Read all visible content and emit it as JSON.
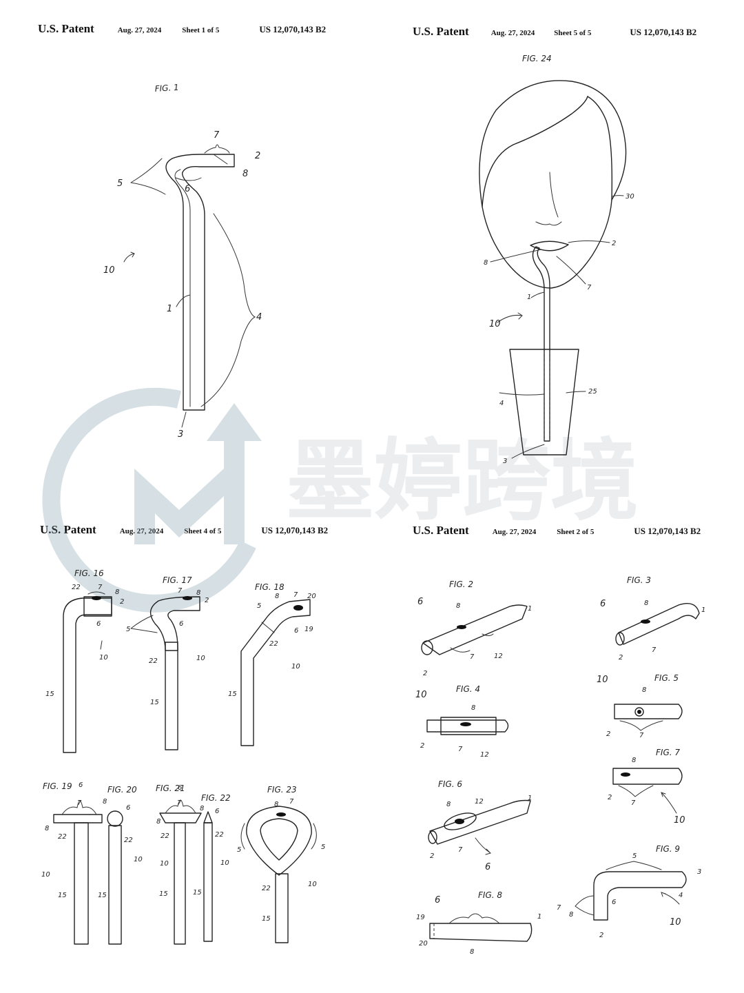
{
  "watermark": {
    "text": "墨婷跨境",
    "logo_letter": "M",
    "color": "#c7ced3"
  },
  "sheets": [
    {
      "id": "sheet1",
      "title": "U.S. Patent",
      "date": "Aug. 27, 2024",
      "sheet": "Sheet 1 of 5",
      "number": "US 12,070,143 B2"
    },
    {
      "id": "sheet5",
      "title": "U.S. Patent",
      "date": "Aug. 27, 2024",
      "sheet": "Sheet 5 of 5",
      "number": "US 12,070,143 B2"
    },
    {
      "id": "sheet4",
      "title": "U.S. Patent",
      "date": "Aug. 27, 2024",
      "sheet": "Sheet 4 of 5",
      "number": "US 12,070,143 B2"
    },
    {
      "id": "sheet2",
      "title": "U.S. Patent",
      "date": "Aug. 27, 2024",
      "sheet": "Sheet 2 of 5",
      "number": "US 12,070,143 B2"
    }
  ],
  "figures": {
    "fig1": {
      "title": "FIG. 1",
      "labels": [
        "7",
        "2",
        "8",
        "5",
        "6",
        "10",
        "1",
        "4",
        "3"
      ]
    },
    "fig24": {
      "title": "FIG. 24",
      "labels": [
        "30",
        "2",
        "8",
        "7",
        "1",
        "10",
        "25",
        "4",
        "3"
      ]
    },
    "fig16": {
      "title": "FIG. 16",
      "labels": [
        "22",
        "7",
        "8",
        "2",
        "6",
        "10",
        "15"
      ]
    },
    "fig17": {
      "title": "FIG. 17",
      "labels": [
        "7",
        "8",
        "2",
        "5",
        "6",
        "22",
        "10",
        "15"
      ]
    },
    "fig18": {
      "title": "FIG. 18",
      "labels": [
        "5",
        "8",
        "7",
        "20",
        "6",
        "19",
        "22",
        "10",
        "15"
      ]
    },
    "fig19": {
      "title": "FIG. 19",
      "labels": [
        "6",
        "7",
        "8",
        "22",
        "10",
        "15"
      ]
    },
    "fig20": {
      "title": "FIG. 20",
      "labels": [
        "8",
        "6",
        "22",
        "10",
        "15"
      ]
    },
    "fig21": {
      "title": "FIG. 21",
      "labels": [
        "6",
        "7",
        "8",
        "22",
        "10",
        "15"
      ]
    },
    "fig22": {
      "title": "FIG. 22",
      "labels": [
        "8",
        "6",
        "22",
        "10",
        "15"
      ]
    },
    "fig23": {
      "title": "FIG. 23",
      "labels": [
        "8",
        "7",
        "5",
        "5",
        "22",
        "10",
        "15"
      ]
    },
    "fig2": {
      "title": "FIG. 2",
      "labels": [
        "6",
        "8",
        "1",
        "2",
        "7",
        "12"
      ]
    },
    "fig3": {
      "title": "FIG. 3",
      "labels": [
        "6",
        "8",
        "1",
        "2",
        "7"
      ]
    },
    "fig4": {
      "title": "FIG. 4",
      "labels": [
        "10",
        "8",
        "2",
        "7",
        "12"
      ]
    },
    "fig5": {
      "title": "FIG. 5",
      "labels": [
        "10",
        "8",
        "2",
        "7"
      ]
    },
    "fig6": {
      "title": "FIG. 6",
      "labels": [
        "8",
        "12",
        "1",
        "2",
        "7",
        "6"
      ]
    },
    "fig7": {
      "title": "FIG. 7",
      "labels": [
        "8",
        "2",
        "7",
        "10"
      ]
    },
    "fig8": {
      "title": "FIG. 8",
      "labels": [
        "6",
        "19",
        "1",
        "20",
        "8"
      ]
    },
    "fig9": {
      "title": "FIG. 9",
      "labels": [
        "5",
        "3",
        "7",
        "8",
        "6",
        "4",
        "2",
        "10"
      ]
    }
  }
}
